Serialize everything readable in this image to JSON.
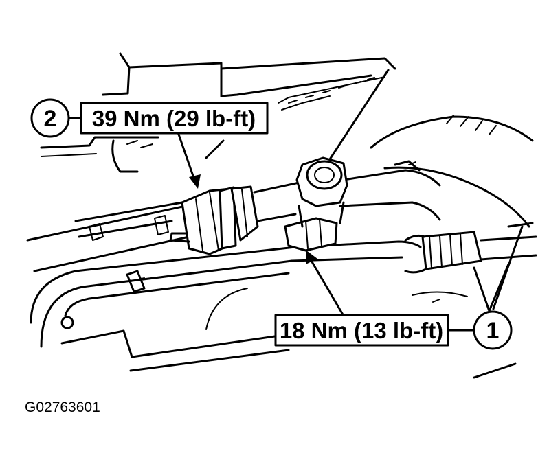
{
  "callouts": [
    {
      "number": "2",
      "torque": "39 Nm (29 lb-ft)"
    },
    {
      "number": "1",
      "torque": "18 Nm (13 lb-ft)"
    }
  ],
  "figure_id": "G02763601"
}
